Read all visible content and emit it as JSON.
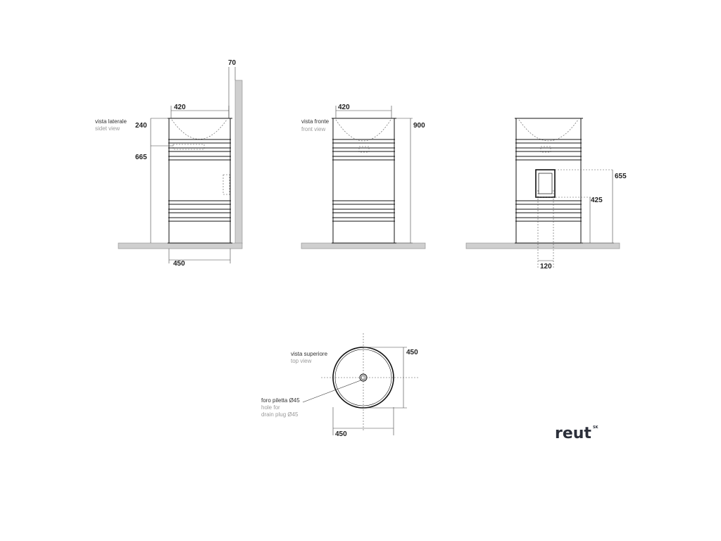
{
  "side_view": {
    "label_it": "vista laterale",
    "label_en": "sidet view",
    "dims": {
      "wall": "70",
      "basin_width": "420",
      "basin_depth": "240",
      "drain_height": "665",
      "base_width": "450"
    }
  },
  "front_view": {
    "label_it": "vista fronte",
    "label_en": "front view",
    "dims": {
      "basin_width": "420",
      "height": "900"
    }
  },
  "back_view": {
    "dims": {
      "hatch_top": "655",
      "hatch_bottom": "425",
      "hatch_offset": "120"
    }
  },
  "top_view": {
    "label_it": "vista superiore",
    "label_en": "top view",
    "hole_it": "foro piletta Ø45",
    "hole_en_1": "hole for",
    "hole_en_2": "drain plug  Ø45",
    "dims": {
      "depth": "450",
      "width": "450"
    }
  },
  "logo": {
    "text": "reut",
    "sup": "SK"
  }
}
